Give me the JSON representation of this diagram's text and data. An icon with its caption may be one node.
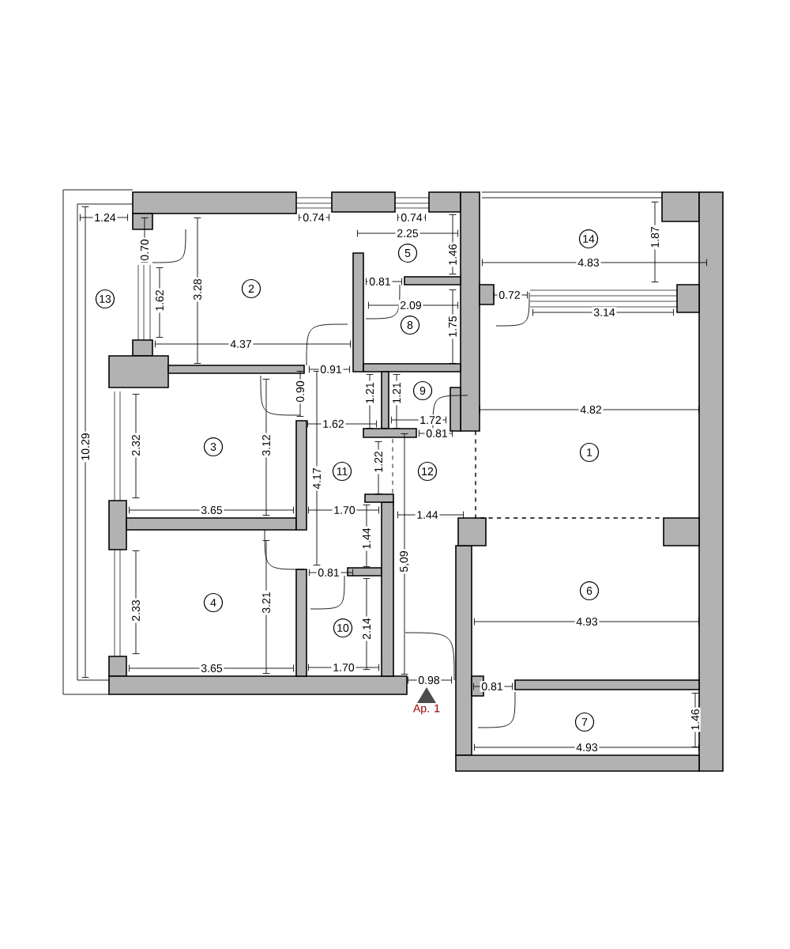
{
  "diagram": {
    "nodes": [
      {
        "text": [
          "14"
        ]
      },
      {
        "text": [
          "5"
        ]
      },
      {
        "text": [
          "2"
        ]
      },
      {
        "text": [
          "13"
        ]
      },
      {
        "text": [
          "8"
        ]
      },
      {
        "text": [
          "9"
        ]
      },
      {
        "text": [
          "3"
        ]
      },
      {
        "text": [
          "1"
        ]
      },
      {
        "text": [
          "11"
        ]
      },
      {
        "text": [
          "12"
        ]
      },
      {
        "text": [
          "6"
        ]
      },
      {
        "text": [
          "4"
        ]
      },
      {
        "text": [
          "10"
        ]
      },
      {
        "text": [
          "7"
        ]
      }
    ],
    "labels": [
      "1.24",
      "0.74",
      "0.74",
      "0.70",
      "2.25",
      "1.46",
      "1.87",
      "4.83",
      "1.62",
      "3.28",
      "0.81",
      "2.09",
      "0.72",
      "3.14",
      "1.75",
      "4.37",
      "0.91",
      "0.90",
      "1.21",
      "1.21",
      "1.72",
      "4.82",
      "0.81",
      "1.62",
      "2.32",
      "3.12",
      "4.17",
      "1.22",
      "3.65",
      "1.70",
      "1.44",
      "1.44",
      "5,09",
      "2.33",
      "3.21",
      "0.81",
      "2.14",
      "4.93",
      "3.65",
      "1.70",
      "0.98",
      "0.81",
      "1.46",
      "4.93",
      "10.29",
      "Ap. 1"
    ]
  }
}
